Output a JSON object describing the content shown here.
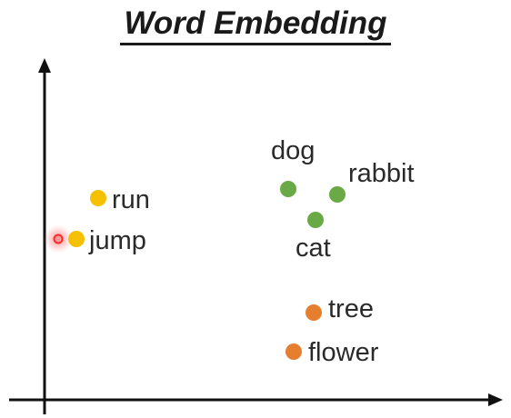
{
  "title": "Word Embedding",
  "colors": {
    "verb": "#f5c000",
    "animal": "#6aaa46",
    "plant": "#e67e30",
    "cursor": "#ff2a2a",
    "axis": "#111111"
  },
  "words": [
    {
      "label": "run",
      "group": "verb",
      "icon": "yellow-dot"
    },
    {
      "label": "jump",
      "group": "verb",
      "icon": "yellow-dot"
    },
    {
      "label": "dog",
      "group": "animal",
      "icon": "green-dot"
    },
    {
      "label": "rabbit",
      "group": "animal",
      "icon": "green-dot"
    },
    {
      "label": "cat",
      "group": "animal",
      "icon": "green-dot"
    },
    {
      "label": "tree",
      "group": "plant",
      "icon": "orange-dot"
    },
    {
      "label": "flower",
      "group": "plant",
      "icon": "orange-dot"
    }
  ]
}
